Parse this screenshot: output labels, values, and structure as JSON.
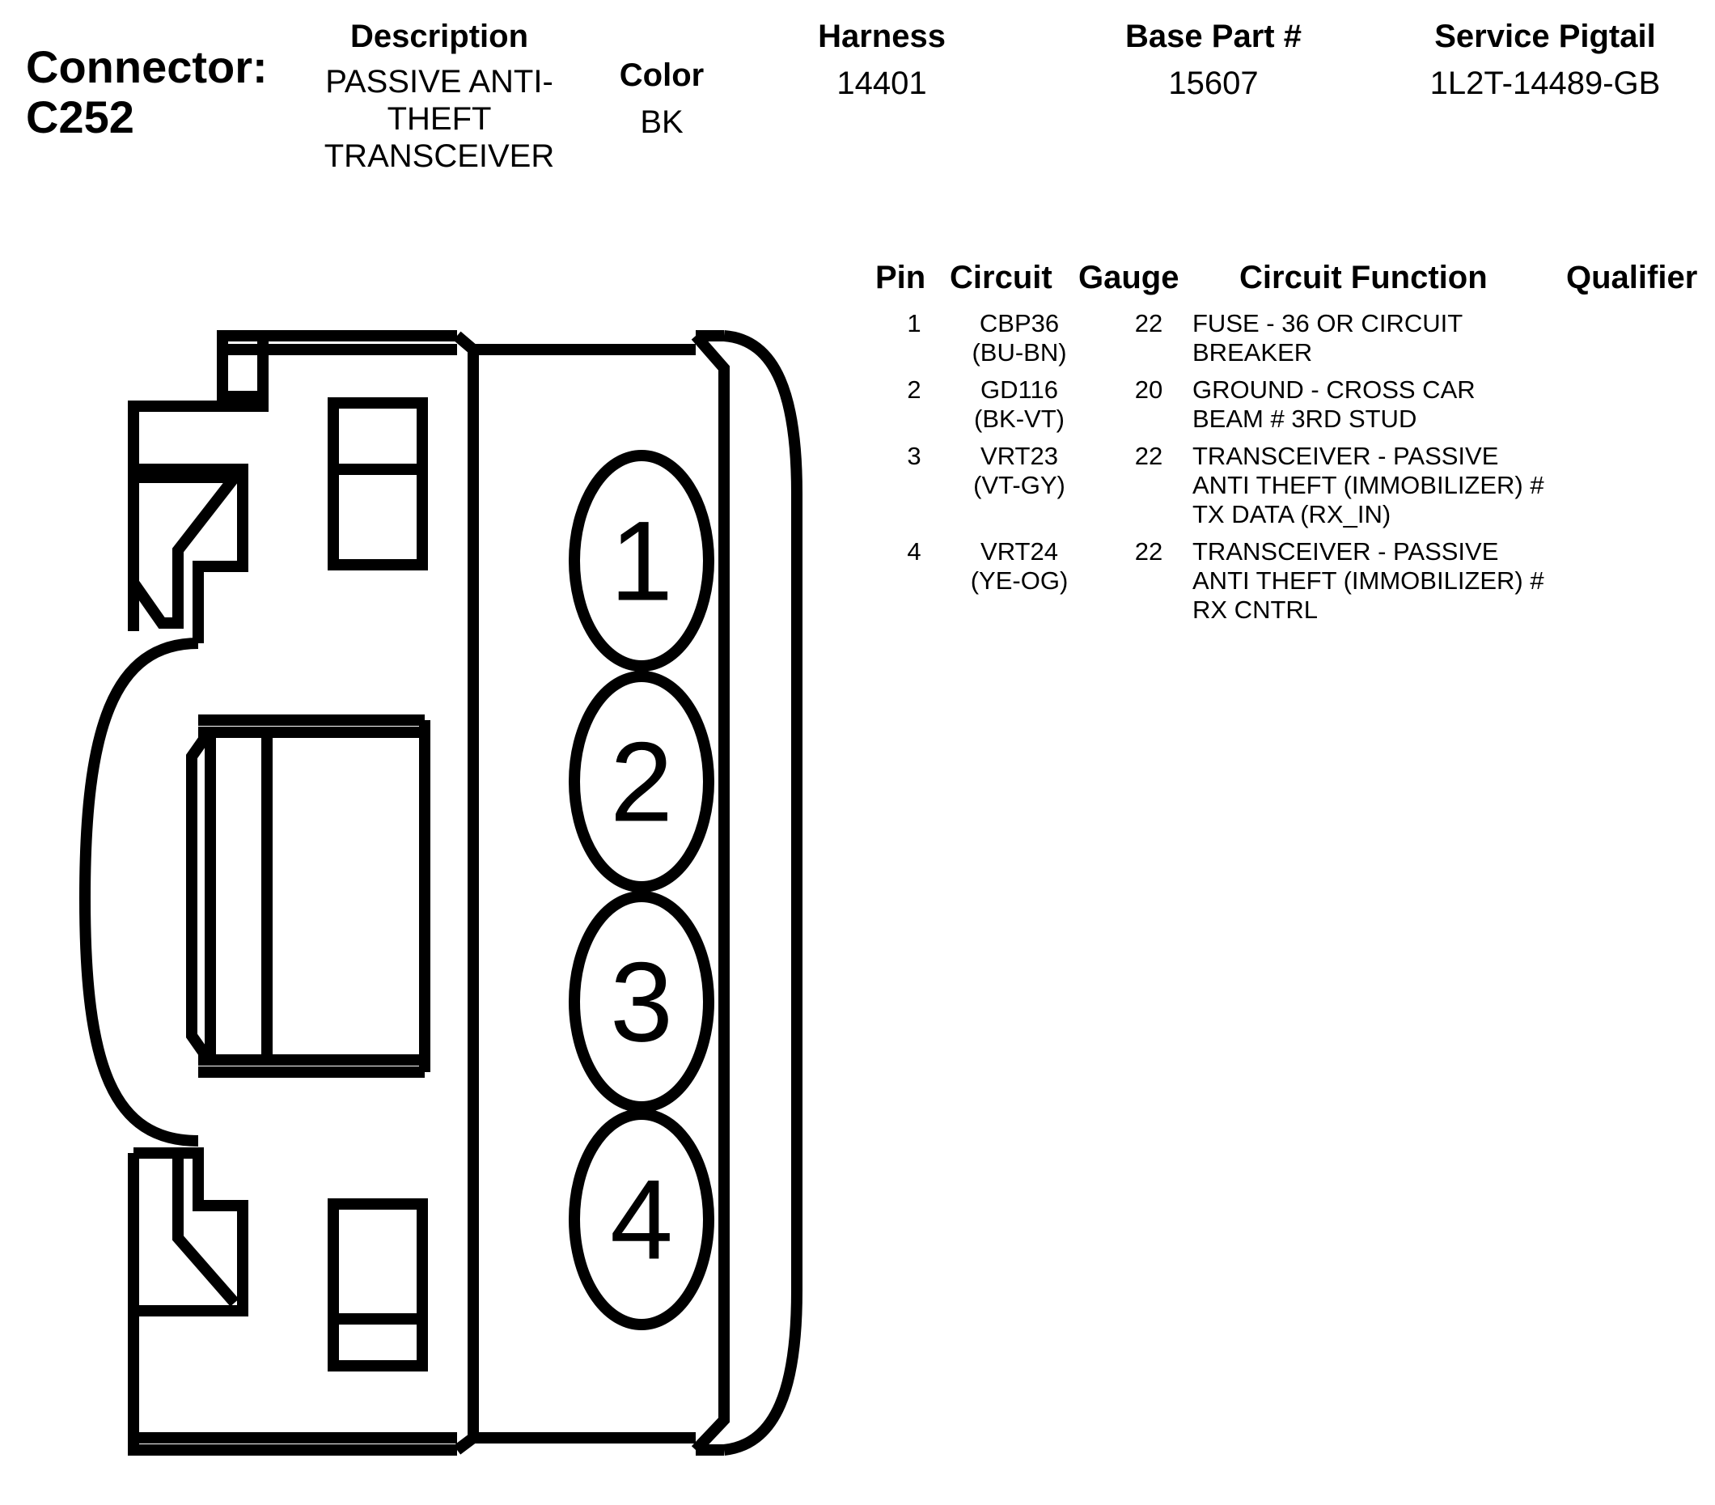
{
  "connector": {
    "label": "Connector:",
    "id": "C252"
  },
  "header": {
    "description": {
      "label": "Description",
      "lines": [
        "PASSIVE ANTI-",
        "THEFT",
        "TRANSCEIVER"
      ]
    },
    "color": {
      "label": "Color",
      "value": "BK"
    },
    "harness": {
      "label": "Harness",
      "value": "14401"
    },
    "base_part": {
      "label": "Base Part #",
      "value": "15607"
    },
    "service_pigtail": {
      "label": "Service Pigtail",
      "value": "1L2T-14489-GB"
    }
  },
  "pin_table": {
    "columns": [
      "Pin",
      "Circuit",
      "Gauge",
      "Circuit Function",
      "Qualifier"
    ],
    "rows": [
      {
        "pin": "1",
        "circuit": "CBP36",
        "wire_color": "(BU-BN)",
        "gauge": "22",
        "function": [
          "FUSE - 36 OR CIRCUIT",
          "BREAKER"
        ],
        "qualifier": ""
      },
      {
        "pin": "2",
        "circuit": "GD116",
        "wire_color": "(BK-VT)",
        "gauge": "20",
        "function": [
          "GROUND - CROSS CAR",
          "BEAM # 3RD STUD"
        ],
        "qualifier": ""
      },
      {
        "pin": "3",
        "circuit": "VRT23",
        "wire_color": "(VT-GY)",
        "gauge": "22",
        "function": [
          "TRANSCEIVER - PASSIVE",
          "ANTI THEFT (IMMOBILIZER) #",
          "TX DATA (RX_IN)"
        ],
        "qualifier": ""
      },
      {
        "pin": "4",
        "circuit": "VRT24",
        "wire_color": "(YE-OG)",
        "gauge": "22",
        "function": [
          "TRANSCEIVER - PASSIVE",
          "ANTI THEFT (IMMOBILIZER) #",
          "RX CNTRL"
        ],
        "qualifier": ""
      }
    ]
  },
  "diagram": {
    "pins": [
      "1",
      "2",
      "3",
      "4"
    ]
  }
}
